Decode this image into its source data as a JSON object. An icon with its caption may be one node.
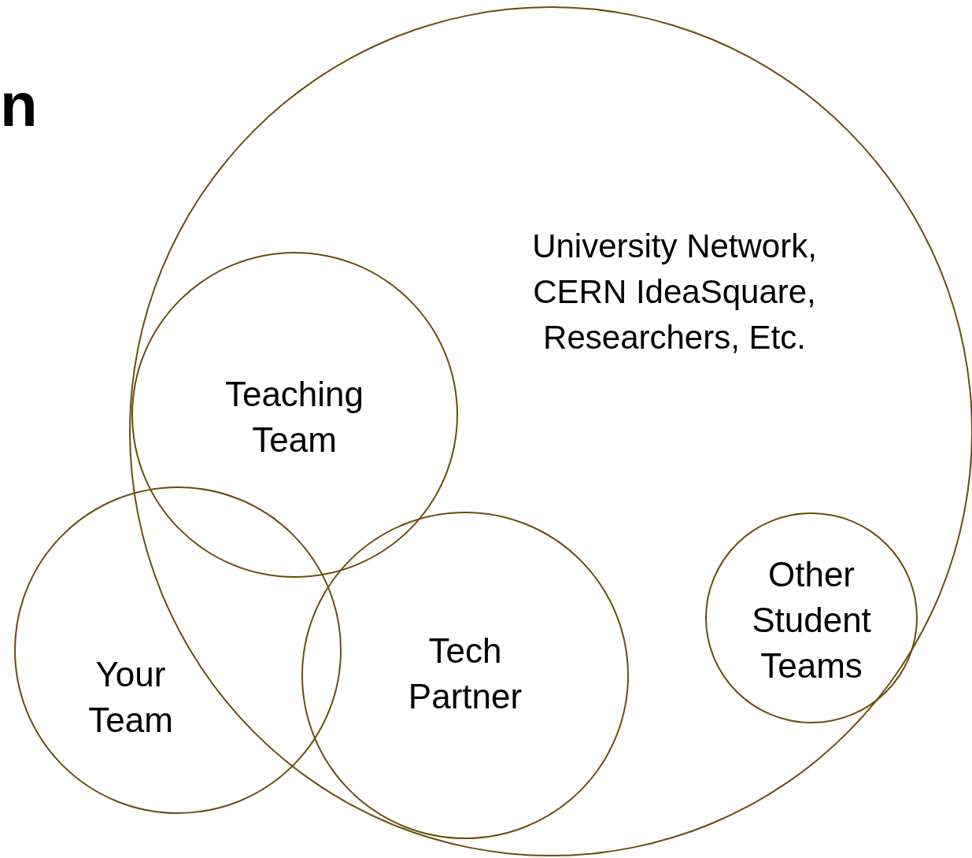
{
  "diagram": {
    "title": "n",
    "nodes": [
      {
        "text": [
          "University Network, CERN IdeaSquare, Researchers, Etc."
        ]
      },
      {
        "text": [
          "Teaching Team"
        ],
        "in": 0
      },
      {
        "text": [
          "Your Team"
        ]
      },
      {
        "text": [
          "Tech Partner"
        ],
        "in": 0
      },
      {
        "text": [
          "Other Student Teams"
        ],
        "in": 0
      }
    ],
    "edges": []
  }
}
